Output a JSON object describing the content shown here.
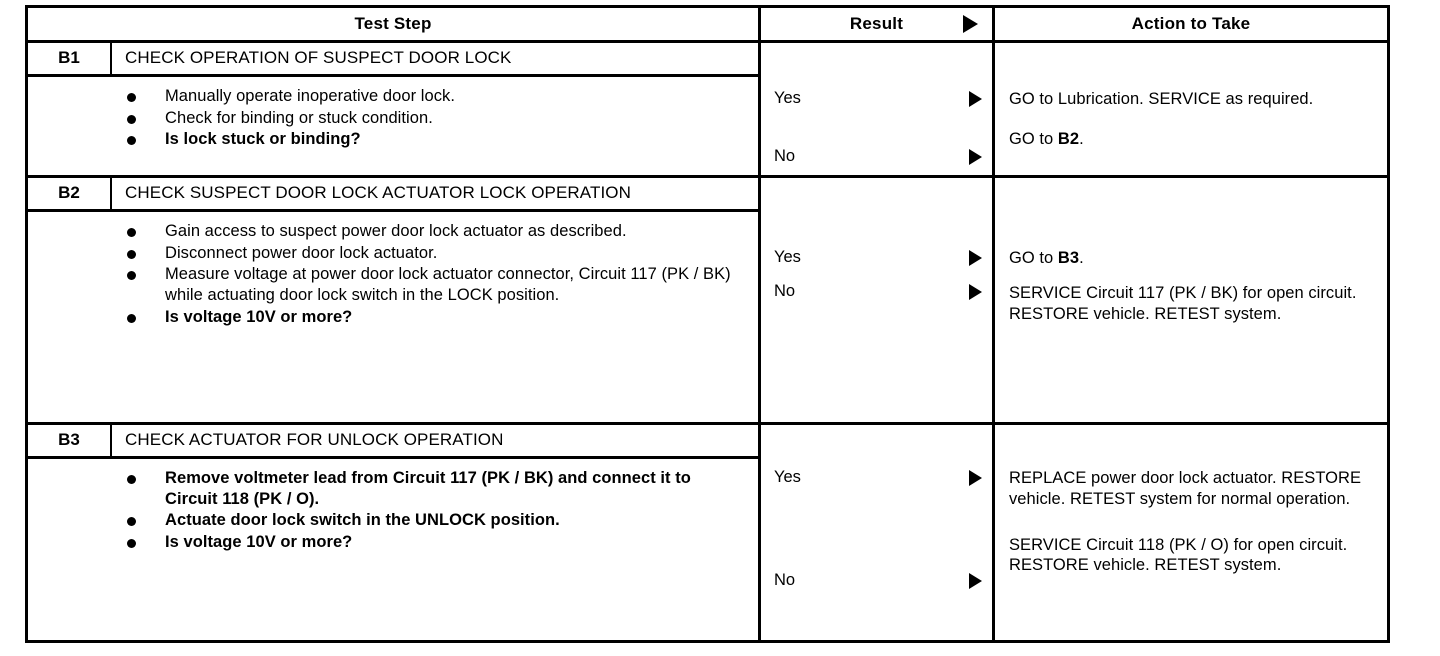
{
  "document": {
    "type": "automotive-diagnostic-pinpoint-test-table"
  },
  "header": {
    "col_test_step": "Test Step",
    "col_result": "Result",
    "col_action": "Action to Take",
    "arrow_icon": "right-triangle-arrow"
  },
  "labels": {
    "yes": "Yes",
    "no": "No"
  },
  "sections": [
    {
      "id": "B1",
      "title": "CHECK OPERATION OF SUSPECT DOOR LOCK",
      "steps": [
        {
          "text": "Manually operate inoperative door lock.",
          "bold": false
        },
        {
          "text": "Check for binding or stuck condition.",
          "bold": false
        },
        {
          "text": "Is lock stuck or binding?",
          "bold": true
        }
      ],
      "results": [
        {
          "label": "Yes",
          "action": "GO to Lubrication. SERVICE as required."
        },
        {
          "label": "No",
          "action_prefix": "GO to ",
          "action_bold": "B2",
          "action_suffix": "."
        }
      ]
    },
    {
      "id": "B2",
      "title": "CHECK SUSPECT DOOR LOCK ACTUATOR LOCK OPERATION",
      "steps": [
        {
          "text": "Gain access to suspect power door lock actuator as described.",
          "bold": false
        },
        {
          "text": "Disconnect power door lock actuator.",
          "bold": false
        },
        {
          "text": "Measure voltage at power door lock actuator connector, Circuit 117 (PK / BK) while actuating door lock switch in the LOCK position.",
          "bold": false
        },
        {
          "text": "Is voltage 10V or more?",
          "bold": true
        }
      ],
      "results": [
        {
          "label": "Yes",
          "action_prefix": "GO to ",
          "action_bold": "B3",
          "action_suffix": "."
        },
        {
          "label": "No",
          "action": "SERVICE Circuit 117 (PK / BK) for open circuit. RESTORE vehicle. RETEST system."
        }
      ]
    },
    {
      "id": "B3",
      "title": "CHECK ACTUATOR FOR UNLOCK OPERATION",
      "steps": [
        {
          "text": "Remove voltmeter lead from Circuit 117 (PK / BK) and connect it to Circuit 118 (PK / O).",
          "bold": false
        },
        {
          "text": "Actuate door lock switch in the UNLOCK position.",
          "bold": false
        },
        {
          "text": "Is voltage 10V or more?",
          "bold": true
        }
      ],
      "results": [
        {
          "label": "Yes",
          "action": "REPLACE power door lock actuator. RESTORE vehicle. RETEST system for normal operation."
        },
        {
          "label": "No",
          "action": "SERVICE Circuit 118 (PK / O) for open circuit. RESTORE vehicle. RETEST system."
        }
      ]
    }
  ]
}
